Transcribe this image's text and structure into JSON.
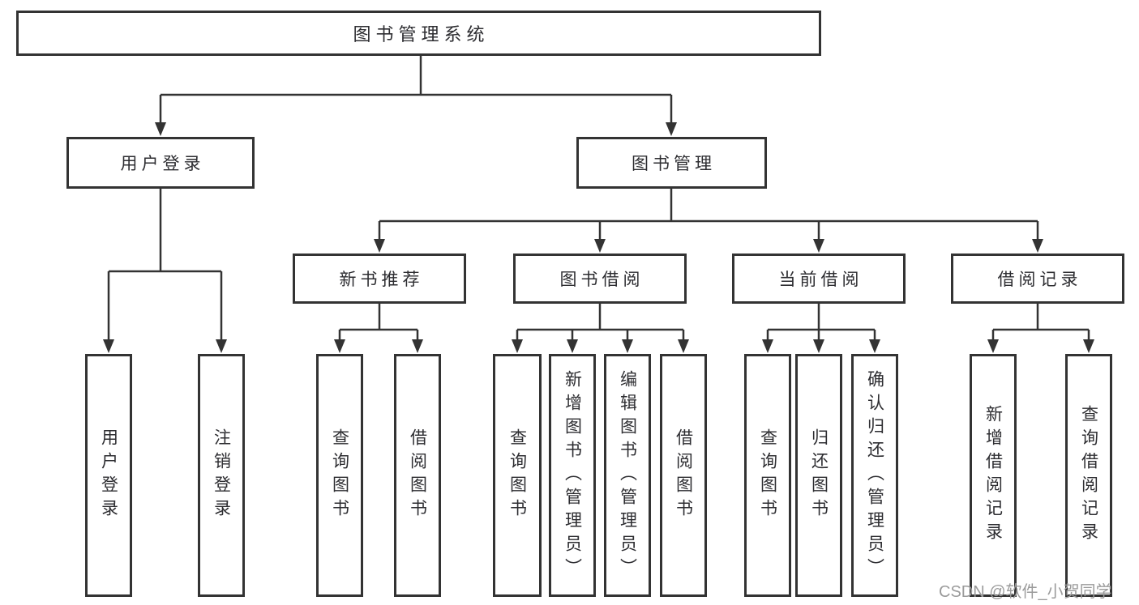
{
  "diagram_type": "hierarchy-chart",
  "colors": {
    "line": "#333333",
    "border": "#333333",
    "text": "#2d2d31",
    "background": "#ffffff",
    "watermark_text": "#9b9b9b"
  },
  "tree": {
    "label": "图书管理系统",
    "children": [
      {
        "label": "用户登录",
        "children": [
          {
            "label": "用户登录"
          },
          {
            "label": "注销登录"
          }
        ]
      },
      {
        "label": "图书管理",
        "children": [
          {
            "label": "新书推荐",
            "children": [
              {
                "label": "查询图书"
              },
              {
                "label": "借阅图书"
              }
            ]
          },
          {
            "label": "图书借阅",
            "children": [
              {
                "label": "查询图书"
              },
              {
                "label": "新增图书（管理员）"
              },
              {
                "label": "编辑图书（管理员）"
              },
              {
                "label": "借阅图书"
              }
            ]
          },
          {
            "label": "当前借阅",
            "children": [
              {
                "label": "查询图书"
              },
              {
                "label": "归还图书"
              },
              {
                "label": "确认归还（管理员）"
              }
            ]
          },
          {
            "label": "借阅记录",
            "children": [
              {
                "label": "新增借阅记录"
              },
              {
                "label": "查询借阅记录"
              }
            ]
          }
        ]
      }
    ]
  },
  "watermark": "CSDN @软件_小贺同学"
}
